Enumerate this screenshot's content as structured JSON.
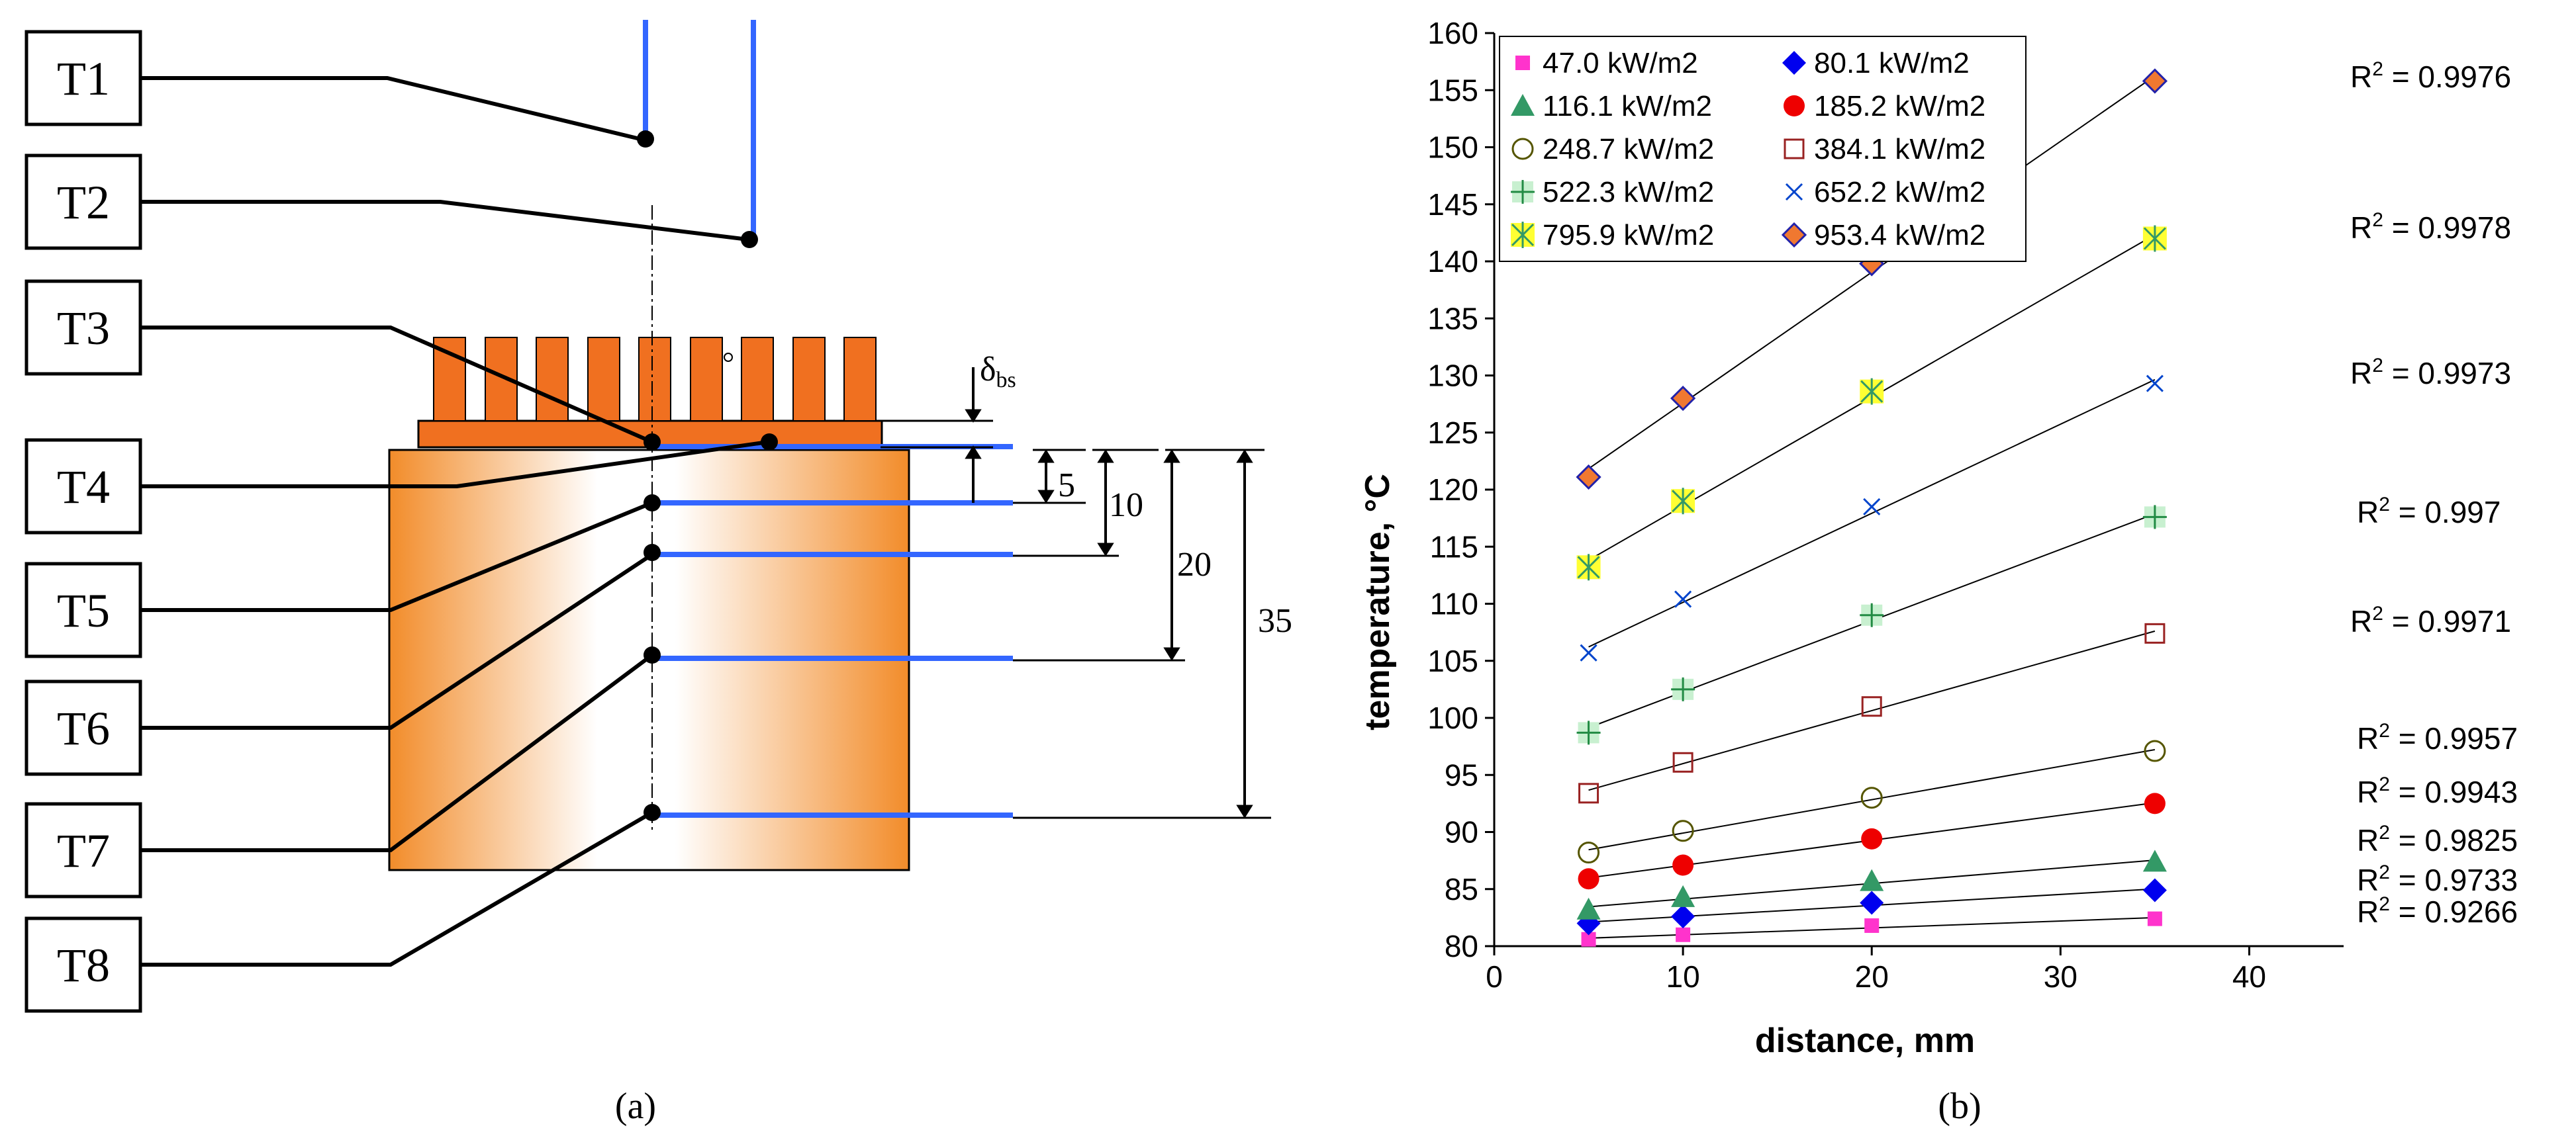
{
  "panel_a": {
    "caption": "(a)",
    "sensor_labels": [
      "T1",
      "T2",
      "T3",
      "T4",
      "T5",
      "T6",
      "T7",
      "T8"
    ],
    "depth_labels": [
      "5",
      "10",
      "20",
      "35"
    ],
    "delta_label": "δbs"
  },
  "panel_b": {
    "caption": "(b)"
  },
  "chart_data": {
    "type": "scatter",
    "xlabel": "distance, mm",
    "ylabel": "temperature, °C",
    "xlim": [
      0,
      45
    ],
    "ylim": [
      80,
      160
    ],
    "xticks": [
      0,
      10,
      20,
      30,
      40
    ],
    "yticks": [
      80,
      85,
      90,
      95,
      100,
      105,
      110,
      115,
      120,
      125,
      130,
      135,
      140,
      145,
      150,
      155,
      160
    ],
    "grid": false,
    "legend_position": "top-left",
    "trendlines": "linear",
    "series": [
      {
        "name": "47.0 kW/m2",
        "marker": "square-small",
        "color": "#ff33cc",
        "x": [
          5,
          10,
          20,
          35
        ],
        "y": [
          80.6,
          81.0,
          81.8,
          82.4
        ],
        "r2": "R2 = 0.9266"
      },
      {
        "name": "80.1 kW/m2",
        "marker": "diamond",
        "color": "#0000ee",
        "x": [
          5,
          10,
          20,
          35
        ],
        "y": [
          82.0,
          82.6,
          83.8,
          84.9
        ],
        "r2": "R2 = 0.9733"
      },
      {
        "name": "116.1 kW/m2",
        "marker": "triangle",
        "color": "#339966",
        "x": [
          5,
          10,
          20,
          35
        ],
        "y": [
          83.2,
          84.3,
          85.7,
          87.4
        ],
        "r2": "R2 = 0.9825"
      },
      {
        "name": "185.2 kW/m2",
        "marker": "circle",
        "color": "#ee0000",
        "x": [
          5,
          10,
          20,
          35
        ],
        "y": [
          85.9,
          87.1,
          89.4,
          92.5
        ],
        "r2": "R2 = 0.9943"
      },
      {
        "name": "248.7 kW/m2",
        "marker": "circle-open",
        "color": "#555500",
        "x": [
          5,
          10,
          20,
          35
        ],
        "y": [
          88.2,
          90.1,
          93.0,
          97.1
        ],
        "r2": "R2 = 0.9957"
      },
      {
        "name": "384.1 kW/m2",
        "marker": "square-open",
        "color": "#992222",
        "x": [
          5,
          10,
          20,
          35
        ],
        "y": [
          93.4,
          96.1,
          101.0,
          107.4
        ],
        "r2": "R2 = 0.9971"
      },
      {
        "name": "522.3 kW/m2",
        "marker": "plus",
        "color": "#228b44",
        "x": [
          5,
          10,
          20,
          35
        ],
        "y": [
          98.7,
          102.5,
          109.0,
          117.6
        ],
        "r2": "R2 = 0.997"
      },
      {
        "name": "652.2 kW/m2",
        "marker": "x",
        "color": "#0044cc",
        "x": [
          5,
          10,
          20,
          35
        ],
        "y": [
          105.7,
          110.4,
          118.5,
          129.3
        ],
        "r2": "R2 = 0.9973"
      },
      {
        "name": "795.9 kW/m2",
        "marker": "star",
        "color": "#ffff33",
        "x": [
          5,
          10,
          20,
          35
        ],
        "y": [
          113.2,
          119.0,
          128.6,
          142.0
        ],
        "r2": "R2 = 0.9978"
      },
      {
        "name": "953.4 kW/m2",
        "marker": "diamond-orange",
        "color": "#f07830",
        "x": [
          5,
          10,
          20,
          35
        ],
        "y": [
          121.1,
          128.0,
          139.8,
          155.8
        ],
        "r2": "R2 = 0.9976"
      }
    ]
  }
}
